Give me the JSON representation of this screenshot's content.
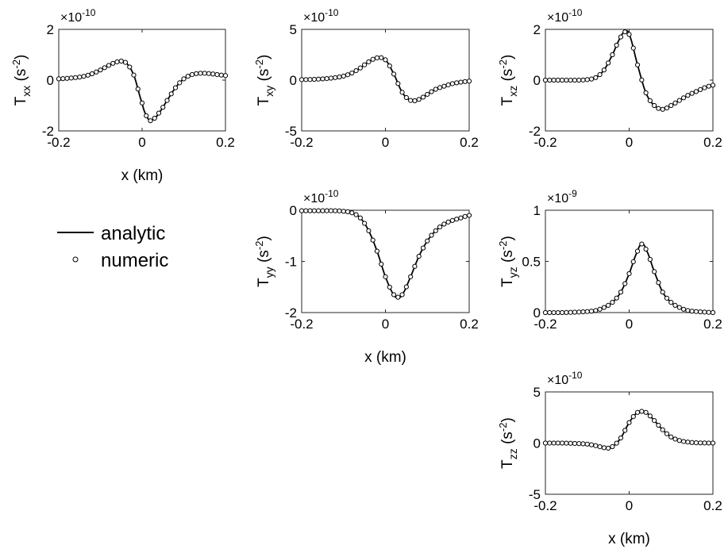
{
  "legend": {
    "entries": [
      {
        "label": "analytic",
        "style": "line"
      },
      {
        "label": "numeric",
        "style": "marker"
      }
    ]
  },
  "shared": {
    "x_ticks": [
      "-0.2",
      "0",
      "0.2"
    ],
    "xlabel": "x (km)",
    "line_color": "#000000",
    "marker": "open-circle"
  },
  "chart_data": [
    {
      "id": "Txx",
      "type": "line",
      "ylabel_main": "T",
      "ylabel_sub": "xx",
      "ylabel_unit": " (s",
      "ylabel_sup": "-2",
      "ylabel_close": ")",
      "exp_base": "×10",
      "exp_power": "-10",
      "xlim": [
        -0.2,
        0.2
      ],
      "ylim": [
        -2,
        2
      ],
      "y_ticks": [
        {
          "v": -2,
          "label": "-2"
        },
        {
          "v": 0,
          "label": "0"
        },
        {
          "v": 2,
          "label": "2"
        }
      ],
      "show_xlabel": true,
      "series": [
        {
          "x": [
            -0.2,
            -0.18,
            -0.16,
            -0.14,
            -0.12,
            -0.1,
            -0.08,
            -0.06,
            -0.04,
            -0.02,
            0,
            0.01,
            0.02,
            0.03,
            0.04,
            0.06,
            0.08,
            0.1,
            0.12,
            0.14,
            0.16,
            0.18,
            0.2
          ],
          "y": [
            0.05,
            0.07,
            0.1,
            0.15,
            0.25,
            0.4,
            0.58,
            0.72,
            0.7,
            0.2,
            -0.9,
            -1.4,
            -1.6,
            -1.5,
            -1.3,
            -0.8,
            -0.3,
            0.05,
            0.22,
            0.27,
            0.26,
            0.22,
            0.18
          ]
        }
      ]
    },
    {
      "id": "Txy",
      "type": "line",
      "ylabel_main": "T",
      "ylabel_sub": "xy",
      "ylabel_unit": " (s",
      "ylabel_sup": "-2",
      "ylabel_close": ")",
      "exp_base": "×10",
      "exp_power": "-10",
      "xlim": [
        -0.2,
        0.2
      ],
      "ylim": [
        -5,
        5
      ],
      "y_ticks": [
        {
          "v": -5,
          "label": "-5"
        },
        {
          "v": 0,
          "label": "0"
        },
        {
          "v": 5,
          "label": "5"
        }
      ],
      "show_xlabel": false,
      "series": [
        {
          "x": [
            -0.2,
            -0.18,
            -0.16,
            -0.14,
            -0.12,
            -0.1,
            -0.08,
            -0.06,
            -0.04,
            -0.02,
            0,
            0.02,
            0.04,
            0.06,
            0.08,
            0.1,
            0.12,
            0.14,
            0.16,
            0.18,
            0.2
          ],
          "y": [
            0.05,
            0.06,
            0.1,
            0.15,
            0.25,
            0.4,
            0.7,
            1.2,
            1.8,
            2.2,
            2.0,
            0.6,
            -1.2,
            -2.0,
            -1.9,
            -1.4,
            -0.9,
            -0.6,
            -0.35,
            -0.2,
            -0.1
          ]
        }
      ]
    },
    {
      "id": "Txz",
      "type": "line",
      "ylabel_main": "T",
      "ylabel_sub": "xz",
      "ylabel_unit": " (s",
      "ylabel_sup": "-2",
      "ylabel_close": ")",
      "exp_base": "×10",
      "exp_power": "-10",
      "xlim": [
        -0.2,
        0.2
      ],
      "ylim": [
        -2,
        2
      ],
      "y_ticks": [
        {
          "v": -2,
          "label": "-2"
        },
        {
          "v": 0,
          "label": "0"
        },
        {
          "v": 2,
          "label": "2"
        }
      ],
      "show_xlabel": false,
      "series": [
        {
          "x": [
            -0.2,
            -0.16,
            -0.12,
            -0.1,
            -0.08,
            -0.06,
            -0.04,
            -0.02,
            -0.01,
            0,
            0.02,
            0.04,
            0.06,
            0.08,
            0.1,
            0.12,
            0.14,
            0.16,
            0.18,
            0.2
          ],
          "y": [
            0,
            0,
            0,
            0.02,
            0.1,
            0.4,
            1.0,
            1.7,
            1.9,
            1.8,
            0.6,
            -0.5,
            -1.0,
            -1.15,
            -1.0,
            -0.8,
            -0.6,
            -0.45,
            -0.3,
            -0.2
          ]
        }
      ]
    },
    {
      "id": "Tyy",
      "type": "line",
      "ylabel_main": "T",
      "ylabel_sub": "yy",
      "ylabel_unit": " (s",
      "ylabel_sup": "-2",
      "ylabel_close": ")",
      "exp_base": "×10",
      "exp_power": "-10",
      "xlim": [
        -0.2,
        0.2
      ],
      "ylim": [
        -2,
        0
      ],
      "y_ticks": [
        {
          "v": -2,
          "label": "-2"
        },
        {
          "v": -1,
          "label": "-1"
        },
        {
          "v": 0,
          "label": "0"
        }
      ],
      "show_xlabel": true,
      "series": [
        {
          "x": [
            -0.2,
            -0.16,
            -0.12,
            -0.1,
            -0.08,
            -0.06,
            -0.04,
            -0.02,
            0,
            0.02,
            0.03,
            0.04,
            0.06,
            0.08,
            0.1,
            0.12,
            0.14,
            0.16,
            0.18,
            0.2
          ],
          "y": [
            -0.01,
            -0.01,
            -0.01,
            -0.02,
            -0.05,
            -0.15,
            -0.4,
            -0.8,
            -1.3,
            -1.65,
            -1.7,
            -1.65,
            -1.3,
            -0.9,
            -0.6,
            -0.4,
            -0.27,
            -0.2,
            -0.15,
            -0.1
          ]
        }
      ]
    },
    {
      "id": "Tyz",
      "type": "line",
      "ylabel_main": "T",
      "ylabel_sub": "yz",
      "ylabel_unit": " (s",
      "ylabel_sup": "-2",
      "ylabel_close": ")",
      "exp_base": "×10",
      "exp_power": "-9",
      "xlim": [
        -0.2,
        0.2
      ],
      "ylim": [
        0,
        1
      ],
      "y_ticks": [
        {
          "v": 0,
          "label": "0"
        },
        {
          "v": 0.5,
          "label": "0.5"
        },
        {
          "v": 1,
          "label": "1"
        }
      ],
      "show_xlabel": false,
      "series": [
        {
          "x": [
            -0.2,
            -0.16,
            -0.12,
            -0.1,
            -0.08,
            -0.06,
            -0.04,
            -0.02,
            0,
            0.02,
            0.03,
            0.04,
            0.06,
            0.08,
            0.1,
            0.12,
            0.14,
            0.16,
            0.18,
            0.2
          ],
          "y": [
            0,
            0,
            0.005,
            0.01,
            0.02,
            0.05,
            0.1,
            0.2,
            0.38,
            0.6,
            0.67,
            0.62,
            0.4,
            0.2,
            0.1,
            0.05,
            0.02,
            0.01,
            0.005,
            0
          ]
        }
      ]
    },
    {
      "id": "Tzz",
      "type": "line",
      "ylabel_main": "T",
      "ylabel_sub": "zz",
      "ylabel_unit": " (s",
      "ylabel_sup": "-2",
      "ylabel_close": ")",
      "exp_base": "×10",
      "exp_power": "-10",
      "xlim": [
        -0.2,
        0.2
      ],
      "ylim": [
        -5,
        5
      ],
      "y_ticks": [
        {
          "v": -5,
          "label": "-5"
        },
        {
          "v": 0,
          "label": "0"
        },
        {
          "v": 5,
          "label": "5"
        }
      ],
      "show_xlabel": true,
      "series": [
        {
          "x": [
            -0.2,
            -0.16,
            -0.12,
            -0.1,
            -0.08,
            -0.06,
            -0.05,
            -0.04,
            -0.02,
            0,
            0.02,
            0.03,
            0.04,
            0.06,
            0.08,
            0.1,
            0.12,
            0.14,
            0.16,
            0.18,
            0.2
          ],
          "y": [
            0,
            0,
            -0.05,
            -0.1,
            -0.25,
            -0.45,
            -0.5,
            -0.35,
            0.5,
            2.0,
            3.0,
            3.1,
            3.0,
            2.2,
            1.3,
            0.6,
            0.25,
            0.1,
            0.03,
            0.01,
            0
          ]
        }
      ]
    }
  ]
}
